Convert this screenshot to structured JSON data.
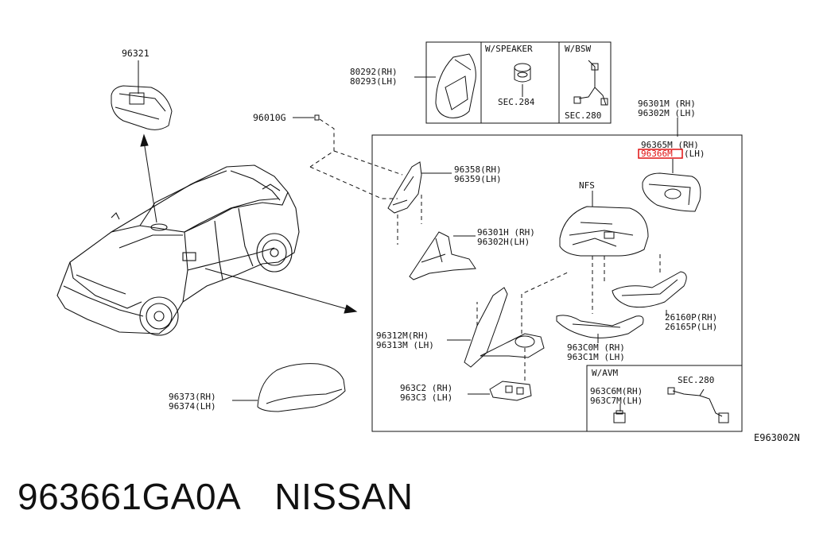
{
  "parts": {
    "p96321": "96321",
    "p96010g": "96010G",
    "p80292": "80292(RH)",
    "p80293": "80293(LH)",
    "w_speaker": "W/SPEAKER",
    "w_bsw": "W/BSW",
    "sec284": "SEC.284",
    "sec280a": "SEC.280",
    "p96301m": "96301M (RH)",
    "p96302m": "96302M (LH)",
    "p96365m": "96365M (RH)",
    "p96366m": "96366M",
    "lh_suffix": "(LH)",
    "nfs": "NFS",
    "p96358": "96358(RH)",
    "p96359": "96359(LH)",
    "p96301h": "96301H (RH)",
    "p96302h": "96302H(LH)",
    "p96312m": "96312M(RH)",
    "p96313m": "96313M (LH)",
    "p963c2": "963C2 (RH)",
    "p963c3": "963C3 (LH)",
    "p963c0m": "963C0M (RH)",
    "p963c1m": "963C1M (LH)",
    "p26160p": "26160P(RH)",
    "p26165p": "26165P(LH)",
    "w_avm": "W/AVM",
    "sec280b": "SEC.280",
    "p963c6m": "963C6M(RH)",
    "p963c7m": "963C7M(LH)",
    "p96373": "96373(RH)",
    "p96374": "96374(LH)"
  },
  "diagram_code": "E963002N",
  "caption": {
    "part_number": "963661GA0A",
    "brand": "NISSAN"
  },
  "highlight_color": "#e01010"
}
